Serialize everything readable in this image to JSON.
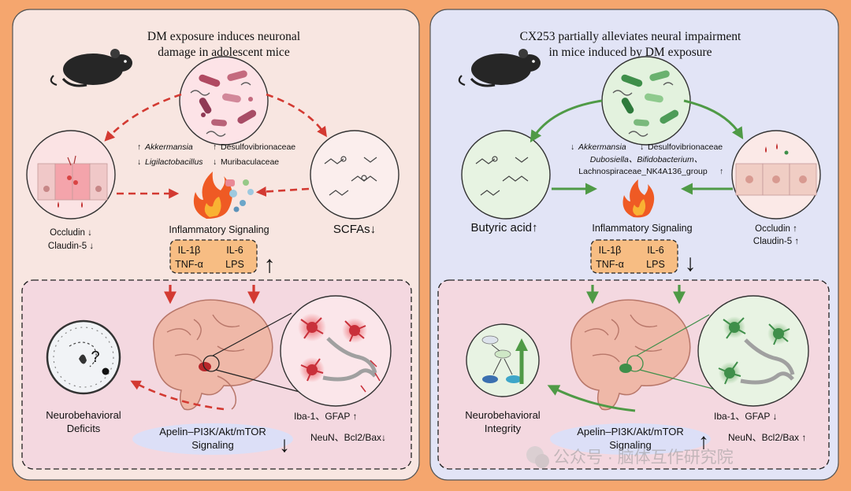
{
  "left": {
    "title_line1": "DM exposure induces neuronal",
    "title_line2": "damage in adolescent mice",
    "bacteria": {
      "row1_a_arrow": "↑",
      "row1_a": "Akkermansia",
      "row1_b_arrow": "↑",
      "row1_b": "Desulfovibrionaceae",
      "row2_a_arrow": "↓",
      "row2_a": "Ligilactobacillus",
      "row2_b_arrow": "↓",
      "row2_b": "Muribaculaceae"
    },
    "barrier_line1": "Occludin ↓",
    "barrier_line2": "Claudin-5 ↓",
    "inflammation_label": "Inflammatory Signaling",
    "scfa_label": "SCFAs↓",
    "cytokines": [
      "IL-1β",
      "IL-6",
      "TNF-α",
      "LPS"
    ],
    "cytokine_arrow": "↑",
    "outcome_line1": "Neurobehavioral",
    "outcome_line2": "Deficits",
    "pathway_line1": "Apelin–PI3K/Akt/mTOR",
    "pathway_line2": "Signaling",
    "pathway_arrow": "↓",
    "glia_label": "Iba-1、GFAP ↑",
    "neuron_label": "NeuN、Bcl2/Bax↓",
    "maze_mark": "?"
  },
  "right": {
    "title_line1": "CX253 partially alleviates neural impairment",
    "title_line2": "in mice induced by DM exposure",
    "bacteria": {
      "row1_a_arrow": "↓",
      "row1_a": "Akkermansia",
      "row1_b_arrow": "↓",
      "row1_b": "Desulfovibrionaceae",
      "row2": "Dubosiella、Bifidobacterium、",
      "row3": "Lachnospiraceae_NK4A136_group",
      "row3_arrow": "↑"
    },
    "butyric_label": "Butyric acid↑",
    "inflammation_label": "Inflammatory Signaling",
    "barrier_line1": "Occludin ↑",
    "barrier_line2": "Claudin-5 ↑",
    "cytokines": [
      "IL-1β",
      "IL-6",
      "TNF-α",
      "LPS"
    ],
    "cytokine_arrow": "↓",
    "outcome_line1": "Neurobehavioral",
    "outcome_line2": "Integrity",
    "pathway_line1": "Apelin–PI3K/Akt/mTOR",
    "pathway_line2": "Signaling",
    "pathway_arrow": "↑",
    "glia_label": "Iba-1、GFAP ↓",
    "neuron_label": "NeuN、Bcl2/Bax ↑"
  },
  "watermark": "公众号 · 脑体互作研究院",
  "colors": {
    "background": "#f5a66e",
    "left_panel": "#f8e6e1",
    "right_panel": "#e2e4f6",
    "brain_box": "#f4d8e0",
    "cytokine_box": "#f7bd83",
    "red_arrow": "#d33a32",
    "green_arrow": "#4f9a46",
    "pathway_ellipse": "#dcdff7"
  }
}
